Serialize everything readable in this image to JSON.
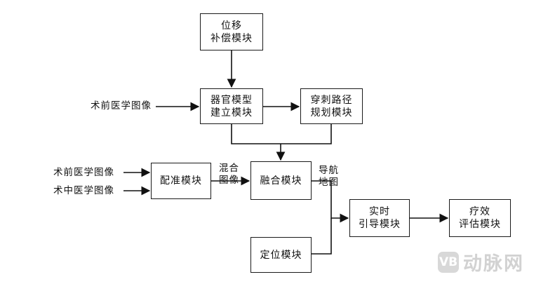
{
  "boxes": {
    "displacement": [
      "位移",
      "补偿模块"
    ],
    "organ_model": [
      "器官模型",
      "建立模块"
    ],
    "path_planning": [
      "穿刺路径",
      "规划模块"
    ],
    "registration": [
      "配准模块"
    ],
    "fusion": [
      "融合模块"
    ],
    "guidance": [
      "实时",
      "引导模块"
    ],
    "evaluation": [
      "疗效",
      "评估模块"
    ],
    "positioning": [
      "定位模块"
    ]
  },
  "labels": {
    "preop_image_1": "术前医学图像",
    "preop_image_2": "术前医学图像",
    "intraop_image": "术中医学图像",
    "mixed_image": [
      "混合",
      "图像"
    ],
    "nav_map": [
      "导航",
      "地图"
    ]
  },
  "watermark": {
    "icon": "VB",
    "text": "动脉网"
  }
}
